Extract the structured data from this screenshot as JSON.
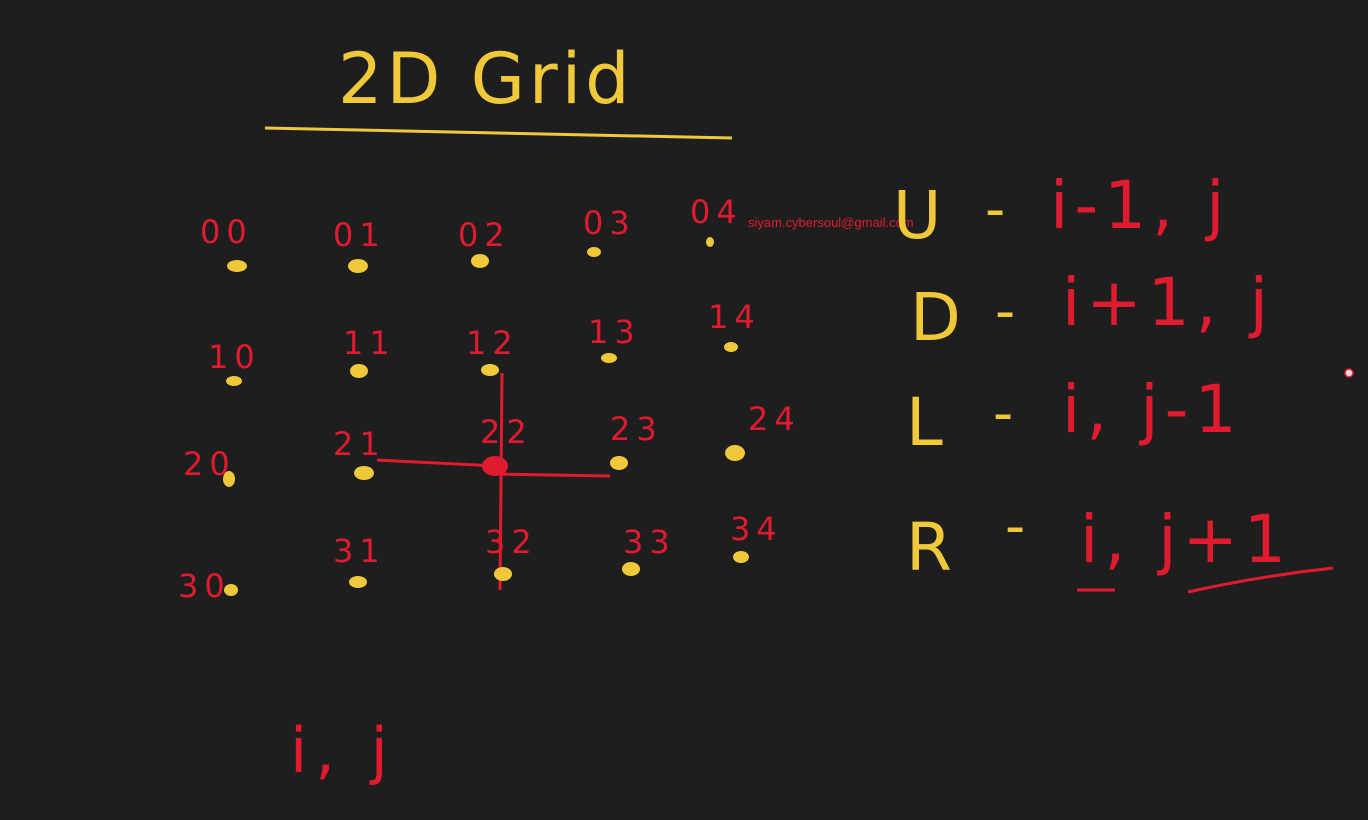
{
  "title": "2D Grid",
  "watermark_email": "siyam.cybersoul@gmail.com",
  "grid_labels": [
    [
      "00",
      "01",
      "02",
      "03",
      "04"
    ],
    [
      "10",
      "11",
      "12",
      "13",
      "14"
    ],
    [
      "20",
      "21",
      "22",
      "23",
      "24"
    ],
    [
      "30",
      "31",
      "32",
      "33",
      "34"
    ]
  ],
  "rules": [
    {
      "dir": "U",
      "dash": "-",
      "expr": "i-1, j"
    },
    {
      "dir": "D",
      "dash": "-",
      "expr": "i+1, j"
    },
    {
      "dir": "L",
      "dash": "-",
      "expr": "i, j-1"
    },
    {
      "dir": "R",
      "dash": "-",
      "expr": "i, j+1"
    }
  ],
  "bottom_label": "i, j",
  "colors": {
    "background": "#1e1e1e",
    "yellow_ink": "#f0c93a",
    "red_ink": "#e01b2f"
  }
}
